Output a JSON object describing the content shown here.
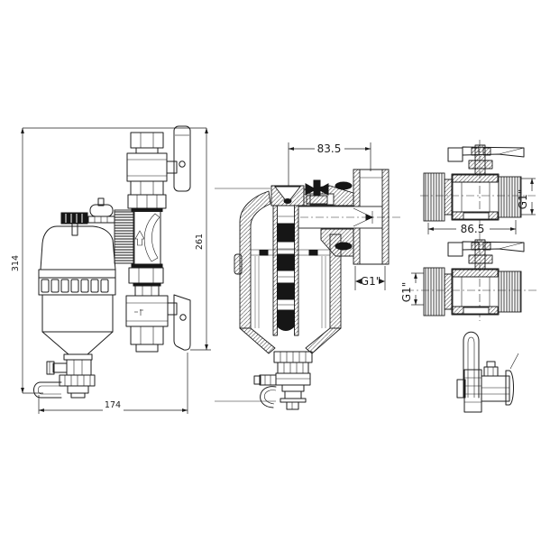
{
  "drawing": {
    "kind": "engineering line drawing, magnetic filter dirt separator with ball valve set",
    "colors": {
      "line": "#1d1d1d",
      "background": "#ffffff",
      "solid_fill": "#161616"
    },
    "views": {
      "assembly_front": {
        "label": "assembly-front-view"
      },
      "filter_section": {
        "label": "filter-cross-section-view"
      },
      "valve_section_top": {
        "label": "ball-valve-section-1"
      },
      "valve_section_bottom": {
        "label": "ball-valve-section-2"
      },
      "drain_detail": {
        "label": "drain-valve-handle-detail"
      }
    },
    "dims": {
      "total_height": "314",
      "valve_line_height": "261",
      "total_width": "174",
      "section_offset": "83.5",
      "section_port": "G1\"",
      "valve_length": "86.5",
      "valve1_port": "G1\"",
      "valve2_port": "G1\""
    }
  }
}
